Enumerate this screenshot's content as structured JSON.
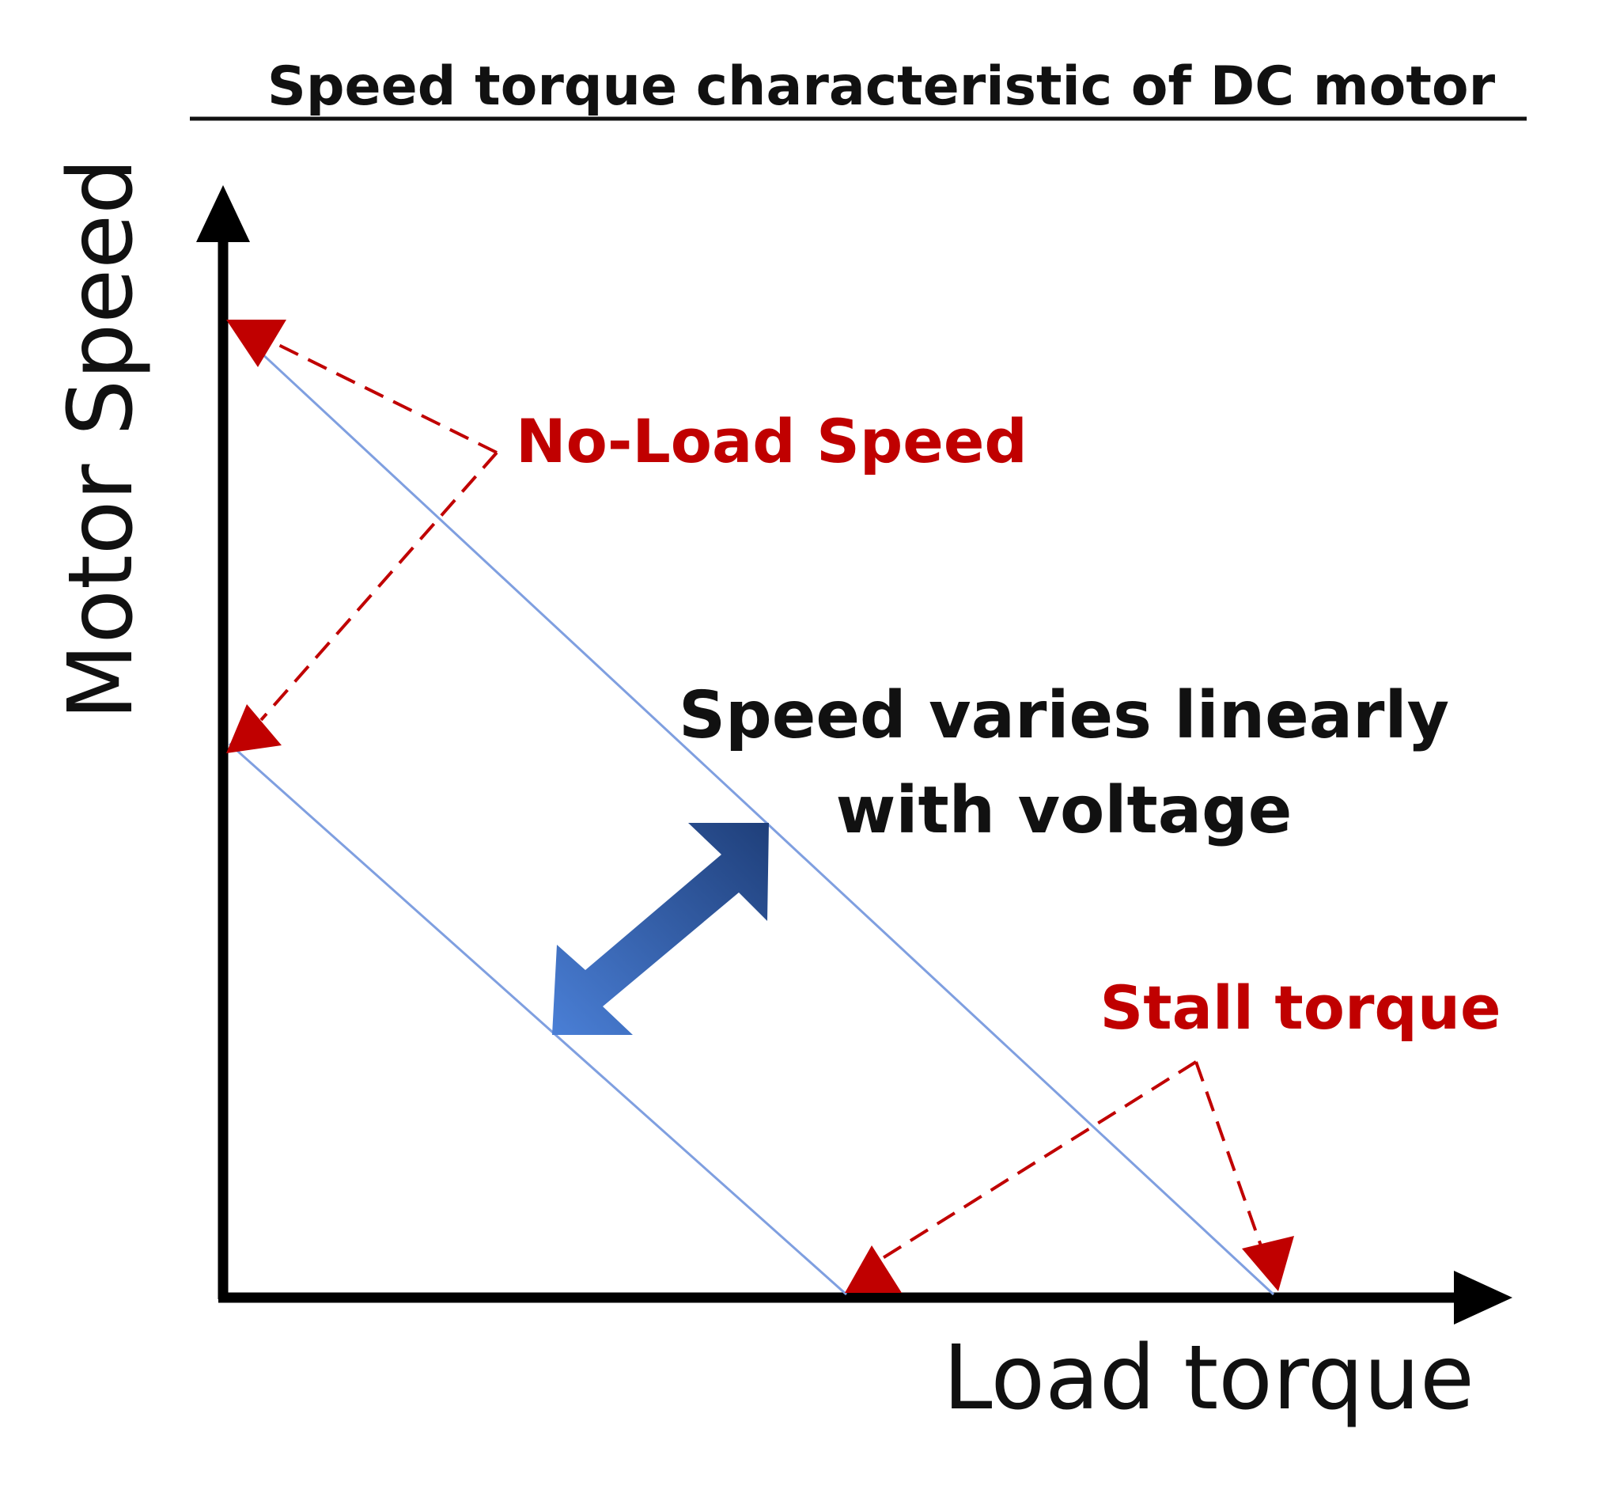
{
  "diagram": {
    "title": "Speed torque characteristic of DC motor",
    "y_axis_label": "Motor Speed",
    "x_axis_label": "Load torque",
    "annotation_voltage": [
      "Speed varies linearly",
      "with voltage"
    ],
    "annotation_no_load": "No-Load Speed",
    "annotation_stall": "Stall torque",
    "colors": {
      "axis": "#000000",
      "curve": "#7f9fe0",
      "callout": "#c00000",
      "arrow_dark": "#1f3f7a",
      "arrow_light": "#4a7fd6"
    }
  }
}
